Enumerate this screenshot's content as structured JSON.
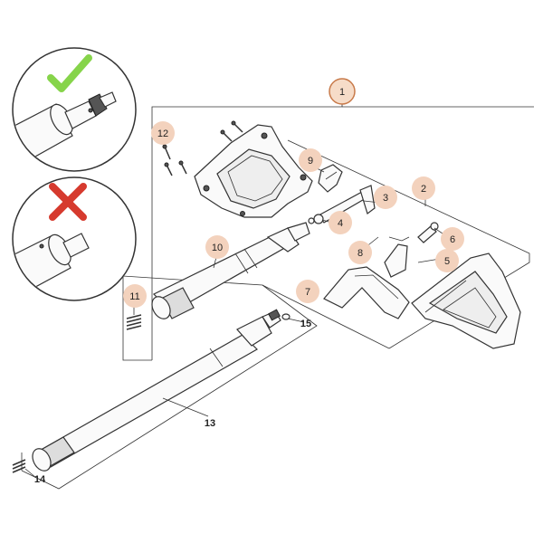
{
  "colors": {
    "callout_fill": "#f3d2bd",
    "callout_fill_main": "#f6dcc8",
    "callout_stroke_main": "#c87a4a",
    "check_green": "#86d44a",
    "cross_red": "#d63a2e"
  },
  "icons": {
    "correct": "check-mark-icon",
    "incorrect": "cross-mark-icon"
  },
  "callouts": {
    "c1": "1",
    "c2": "2",
    "c3": "3",
    "c4": "4",
    "c5": "5",
    "c6": "6",
    "c7": "7",
    "c8": "8",
    "c9": "9",
    "c10": "10",
    "c11": "11",
    "c12": "12"
  },
  "labels": {
    "l13": "13",
    "l14": "14",
    "l15": "15"
  }
}
